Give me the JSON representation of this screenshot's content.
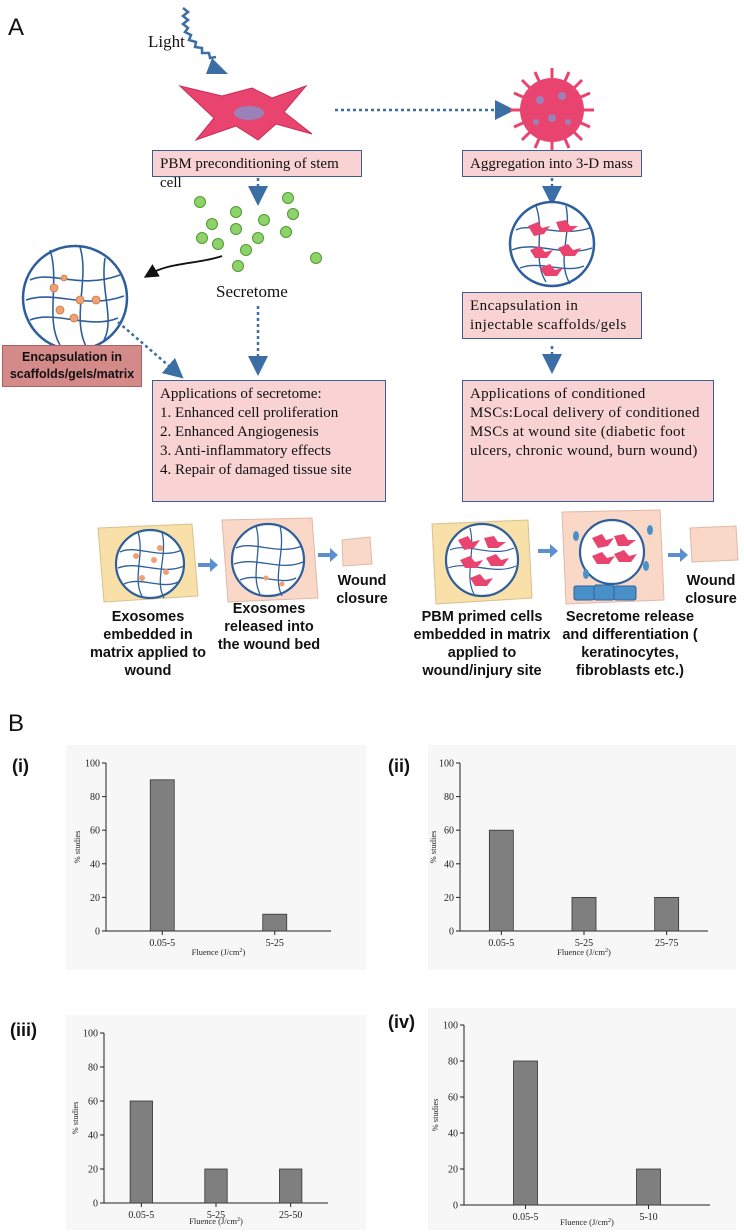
{
  "panelA": {
    "letter": "A",
    "light": "Light",
    "pbm_box": "PBM preconditioning of stem cell",
    "aggregation_box": "Aggregation into 3-D mass",
    "secretome": "Secretome",
    "encap_injectable": "Encapsulation in injectable scaffolds/gels",
    "encap_matrix": "Encapsulation in scaffolds/gels/matrix",
    "applications_secretome": {
      "title": "Applications of secretome:",
      "items": [
        "1. Enhanced cell proliferation",
        "2. Enhanced Angiogenesis",
        "3. Anti-inflammatory effects",
        "4. Repair of damaged tissue site"
      ]
    },
    "applications_msc": "Applications of conditioned MSCs:Local delivery of conditioned MSCs at wound site (diabetic foot ulcers, chronic wound, burn wound)",
    "captions": {
      "exo_embedded": "Exosomes embedded in matrix applied to wound",
      "exo_released": "Exosomes released into the wound bed",
      "wound_closure_left": "Wound closure",
      "pbm_primed": "PBM primed cells embedded in matrix applied to wound/injury site",
      "secretome_release": "Secretome release and differentiation ( keratinocytes, fibroblasts etc.)",
      "wound_closure_right": "Wound closure"
    },
    "colors": {
      "cell": "#e8446f",
      "box_fill": "#f9d3d3",
      "box_border": "#3b5f95",
      "vesicle": "#8ed36a",
      "arrow": "#3b6ea5"
    }
  },
  "panelB": {
    "letter": "B",
    "ylabel": "% studies",
    "xlabel": "Fluence (J/cm",
    "xlabel_sup": "2",
    "xlabel_end": ")"
  },
  "chart_data": [
    {
      "id": "i",
      "label": "(i)",
      "type": "bar",
      "categories": [
        "0.05-5",
        "5-25"
      ],
      "values": [
        90,
        10
      ],
      "ylim": [
        0,
        100
      ],
      "yticks": [
        0,
        20,
        40,
        60,
        80,
        100
      ]
    },
    {
      "id": "ii",
      "label": "(ii)",
      "type": "bar",
      "categories": [
        "0.05-5",
        "5-25",
        "25-75"
      ],
      "values": [
        60,
        20,
        20
      ],
      "ylim": [
        0,
        100
      ],
      "yticks": [
        0,
        20,
        40,
        60,
        80,
        100
      ]
    },
    {
      "id": "iii",
      "label": "(iii)",
      "type": "bar",
      "categories": [
        "0.05-5",
        "5-25",
        "25-50"
      ],
      "values": [
        60,
        20,
        20
      ],
      "ylim": [
        0,
        100
      ],
      "yticks": [
        0,
        20,
        40,
        60,
        80,
        100
      ]
    },
    {
      "id": "iv",
      "label": "(iv)",
      "type": "bar",
      "categories": [
        "0.05-5",
        "5-10"
      ],
      "values": [
        80,
        20
      ],
      "ylim": [
        0,
        100
      ],
      "yticks": [
        0,
        20,
        40,
        60,
        80,
        100
      ]
    }
  ]
}
